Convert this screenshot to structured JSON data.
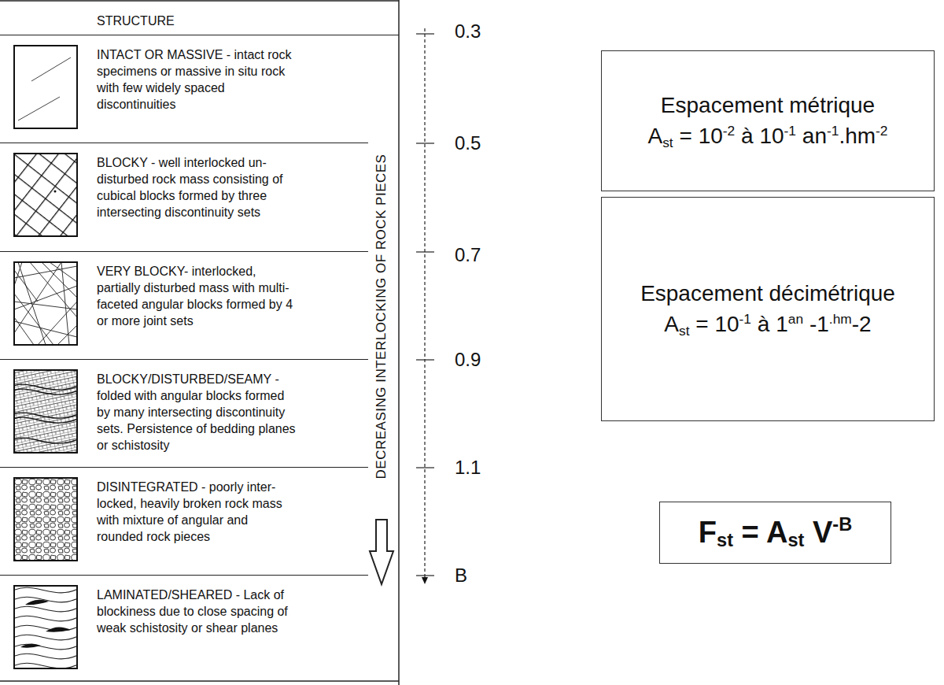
{
  "diagram": {
    "nodes": [
      {
        "text": [
          "STRUCTURE"
        ]
      },
      {
        "text": [
          "INTACT OR MASSIVE - intact rock specimens or massive in situ rock with few widely spaced discontinuities"
        ]
      },
      {
        "text": [
          "BLOCKY - well interlocked un- disturbed rock mass consisting of cubical blocks formed by three intersecting discontinuity sets"
        ]
      },
      {
        "text": [
          "VERY BLOCKY- interlocked, partially disturbed mass with multi-faceted angular blocks formed by 4 or more joint sets"
        ]
      },
      {
        "text": [
          "BLOCKY/DISTURBED/SEAMY - folded with angular blocks formed by many intersecting discontinuity sets. Persistence of bedding planes or schistosity"
        ]
      },
      {
        "text": [
          "DISINTEGRATED - poorly inter- locked, heavily broken rock mass with mixture of angular and rounded rock pieces"
        ]
      },
      {
        "text": [
          "LAMINATED/SHEARED - Lack of blockiness due to close spacing of weak schistosity or shear planes"
        ]
      },
      {
        "text": [
          "Espacement métrique",
          "A",
          "st",
          "= 10",
          "-2",
          "à 10",
          "-1",
          "an",
          "-1",
          ".hm",
          "-2"
        ]
      },
      {
        "text": [
          "Espacement décimétrique",
          "A",
          "st",
          "= 10",
          "-1",
          "à 1",
          "an",
          "-1",
          ".hm",
          "-2"
        ]
      },
      {
        "text": [
          "F",
          "st",
          "= A",
          "st",
          "V",
          "-B"
        ]
      }
    ],
    "labels": [
      "DECREASING INTERLOCKING OF ROCK PIECES",
      "0.3",
      "0.5",
      "0.7",
      "0.9",
      "1.1",
      "B"
    ]
  }
}
